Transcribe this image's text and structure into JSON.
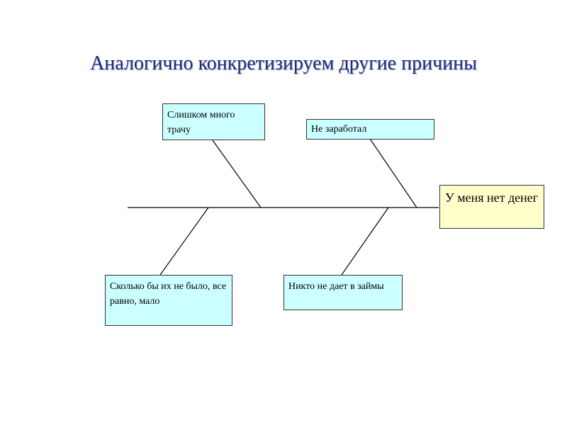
{
  "title": "Аналогично конкретизируем другие причины",
  "effect": "У меня нет денег",
  "causes": {
    "top_left": "Слишком много трачу",
    "top_right": "Не заработал",
    "bottom_left": "Сколько бы их не было, все равно, мало",
    "bottom_right": "Никто не дает в займы"
  },
  "colors": {
    "cause_fill": "#ccffff",
    "effect_fill": "#ffffcc",
    "title": "#1f2b78",
    "lines": "#000000"
  }
}
